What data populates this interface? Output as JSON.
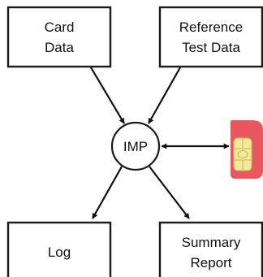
{
  "diagram": {
    "nodes": {
      "card_data": {
        "lines": [
          "Card",
          "Data"
        ]
      },
      "reference_test_data": {
        "lines": [
          "Reference",
          "Test Data"
        ]
      },
      "imp": {
        "label": "IMP"
      },
      "log": {
        "label": "Log"
      },
      "summary_report": {
        "lines": [
          "Summary",
          "Report"
        ]
      }
    },
    "edges": [
      {
        "from": "Card Data",
        "to": "IMP"
      },
      {
        "from": "Reference Test Data",
        "to": "IMP"
      },
      {
        "from": "IMP",
        "to": "SIM card",
        "bidirectional": true
      },
      {
        "from": "IMP",
        "to": "Log"
      },
      {
        "from": "IMP",
        "to": "Summary Report"
      }
    ],
    "colors": {
      "sim_body": "#e8565f",
      "sim_chip": "#f4e89a",
      "sim_chip_line": "#c9b95a",
      "line": "#111111"
    },
    "icons": {
      "sim": "sim-card-icon"
    }
  }
}
